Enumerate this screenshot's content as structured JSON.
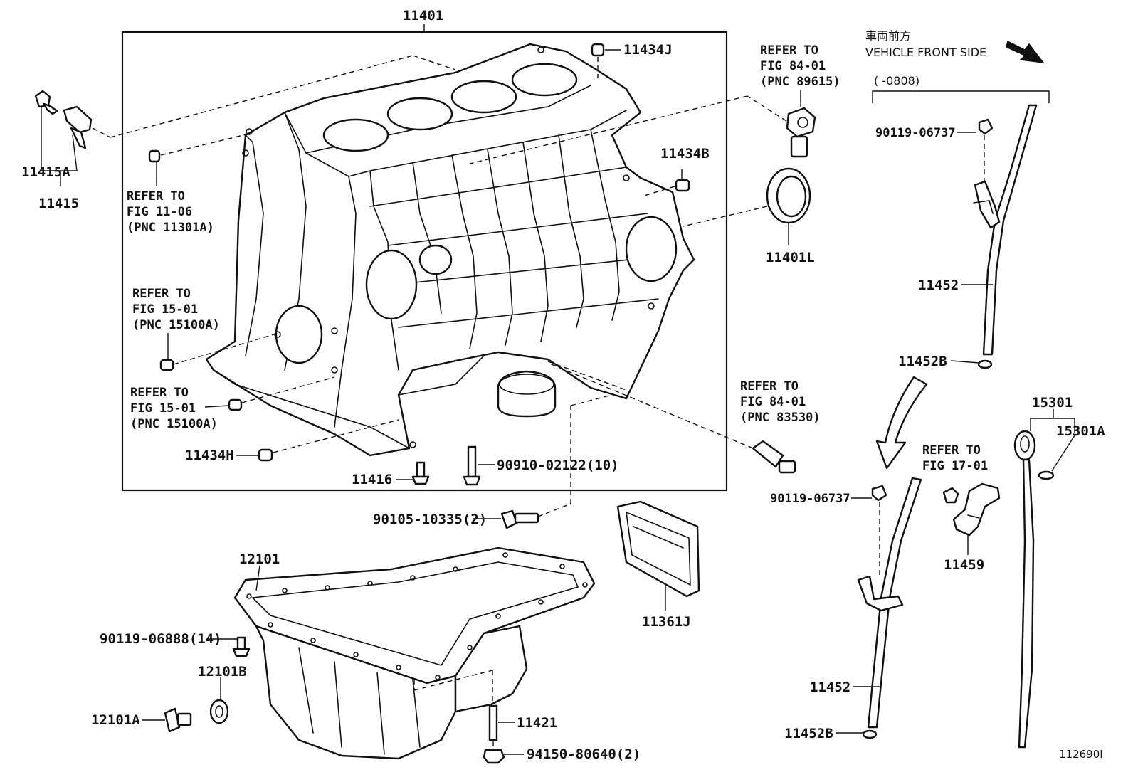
{
  "diagram": {
    "id_number": "112690I",
    "direction": {
      "label_jp": "車両前方",
      "label_en": "VEHICLE FRONT SIDE",
      "arrow_icon": "arrow-down-right-icon"
    },
    "range_label": "(      -0808)",
    "parts": {
      "p11401": "11401",
      "p11434J": "11434J",
      "p11434B": "11434B",
      "p11434H": "11434H",
      "p11415A": "11415A",
      "p11415": "11415",
      "p11401L": "11401L",
      "p11416": "11416",
      "p90910": "90910-02122(10)",
      "p90105": "90105-10335(2)",
      "p12101": "12101",
      "p90119_06888": "90119-06888(14)",
      "p12101B": "12101B",
      "p12101A": "12101A",
      "p11421": "11421",
      "p94150": "94150-80640(2)",
      "p11361J": "11361J",
      "p90119_06737_top": "90119-06737",
      "p11452_top": "11452",
      "p11452B_top": "11452B",
      "p90119_06737_bottom": "90119-06737",
      "p11452_bottom": "11452",
      "p11452B_bottom": "11452B",
      "p11459": "11459",
      "p15301": "15301",
      "p15301A": "15301A"
    },
    "refs": {
      "r11301A": [
        "REFER TO",
        "FIG 11-06",
        "(PNC 11301A)"
      ],
      "r15100A_1": [
        "REFER TO",
        "FIG 15-01",
        "(PNC 15100A)"
      ],
      "r15100A_2": [
        "REFER TO",
        "FIG 15-01",
        "(PNC 15100A)"
      ],
      "r89615": [
        "REFER TO",
        "FIG 84-01",
        "(PNC 89615)"
      ],
      "r83530": [
        "REFER TO",
        "FIG 84-01",
        "(PNC 83530)"
      ],
      "r17_01": [
        "REFER TO",
        "FIG 17-01"
      ]
    }
  }
}
